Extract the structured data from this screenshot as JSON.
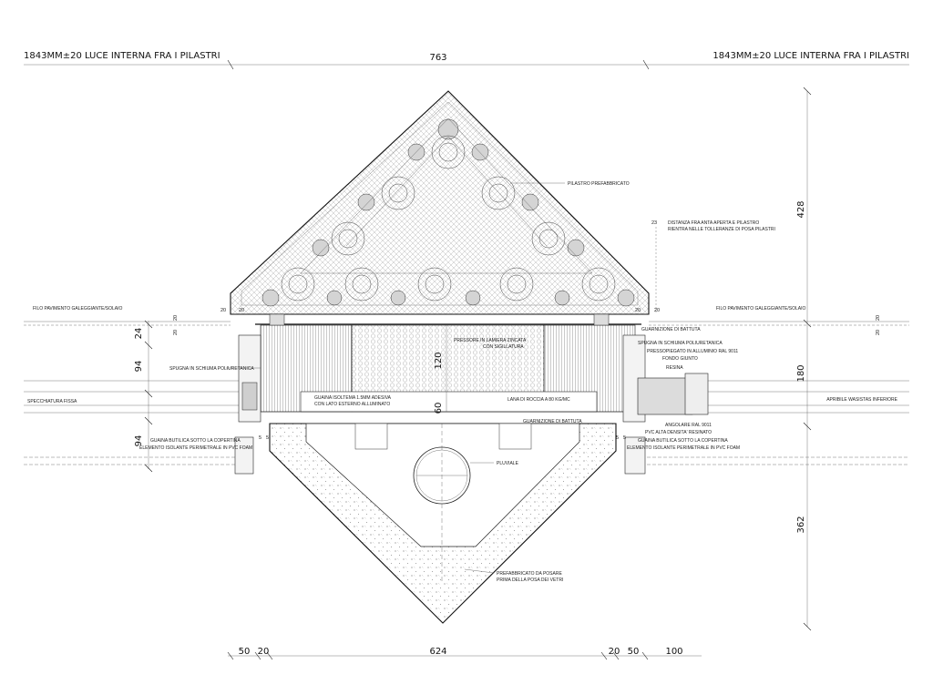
{
  "header": {
    "left_title": "1843MM±20 LUCE INTERNA FRA I PILASTRI",
    "right_title": "1843MM±20 LUCE INTERNA FRA I PILASTRI",
    "top_dimension": "763"
  },
  "right_dimensions": {
    "upper": "428",
    "middle": "180",
    "lower": "362"
  },
  "left_dimensions": {
    "d24": "24",
    "d94a": "94",
    "d94b": "94"
  },
  "center_dimensions": {
    "d120": "120",
    "d60": "60"
  },
  "bottom_dimensions": {
    "d50a": "50",
    "d20a": "20",
    "d624": "624",
    "d20b": "20",
    "d50b": "50",
    "d100": "100"
  },
  "small_dims": {
    "left_pair_a": "20",
    "left_pair_b": "20",
    "right_pair_a": "20",
    "right_pair_b": "20",
    "left_vert": "20",
    "right_vert": "20",
    "left_vert_b": "20",
    "right_vert_b": "20",
    "gap_23": "23",
    "five_l1": "5",
    "five_l2": "5",
    "five_r1": "5",
    "five_r2": "5"
  },
  "notes": {
    "pilastro": "PILASTRO PREFABBRICATO",
    "distanza_1": "DISTANZA FRA ANTA APERTA E PILASTRO",
    "distanza_2": "RIENTRA NELLE TOLLERANZE DI POSA PILASTRI",
    "filo_left": "FILO PAVIMENTO GALEGGIANTE/SOLAIO",
    "filo_right": "FILO PAVIMENTO GALEGGIANTE/SOLAIO",
    "guarnizione_top": "GUARNIZIONE DI BATTUTA",
    "spugna_right": "SPUGNA IN SCHIUMA POLIURETANICA",
    "pressopiegato": "PRESSOPIEGATO IN ALLUMINIO RAL 9011",
    "fondo_giunto": "FONDO GIUNTO",
    "resina": "RESINA",
    "spugna_left": "SPUGNA IN SCHIUMA POLIURETANICA",
    "pressore_1": "PRESSORE IN LAMIERA ZINCATA",
    "pressore_2": "CON SIGILLATURA",
    "guaina_1": "GUAINA ISOLTEMA 1.5MM ADESIVA",
    "guaina_2": "CON LATO ESTERNO ALLUMINATO",
    "lana": "LANA DI ROCCIA A 80 KG/MC",
    "specchiatura": "SPECCHIATURA FISSA",
    "apribile": "APRIBILE WASISTAS INFERIORE",
    "guarnizione_bottom": "GUARNIZIONE DI BATTUTA",
    "angolare": "ANGOLARE RAL 9011",
    "pvc": "PVC ALTA DENSITA' RESINATO",
    "guaina_butilica_l": "GUAINA BUTILICA SOTTO LA COPERTINA",
    "elemento_l": "ELEMENTO ISOLANTE PERIMETRALE IN PVC FOAM",
    "guaina_butilica_r": "GUAINA BUTILICA SOTTO LA COPERTINA",
    "elemento_r": "ELEMENTO ISOLANTE PERIMETRALE IN PVC FOAM",
    "pluviale": "PLUVIALE",
    "prefabbricato_1": "PREFABBRICATO DA POSARE",
    "prefabbricato_2": "PRIMA DELLA POSA DEI VETRI"
  }
}
